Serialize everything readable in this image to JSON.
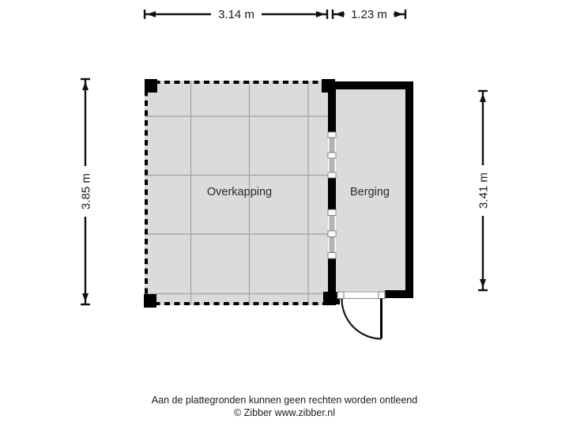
{
  "plan": {
    "rooms": [
      {
        "name": "Overkapping"
      },
      {
        "name": "Berging"
      }
    ],
    "dimensions": {
      "overkapping_width": "3.14 m",
      "berging_width": "1.23 m",
      "overkapping_height": "3.85 m",
      "berging_height": "3.41 m"
    }
  },
  "footer": {
    "disclaimer": "Aan de plattegronden kunnen geen rechten worden ontleend",
    "credit": "© Zibber www.zibber.nl"
  },
  "colors": {
    "background": "#ffffff",
    "floor_fill": "#dbdbdb",
    "grid_line": "#a1a1a1",
    "wall": "#000000",
    "window_glass": "#b3b3b3",
    "dimension_line": "#111111",
    "text": "#1c1c1c"
  }
}
